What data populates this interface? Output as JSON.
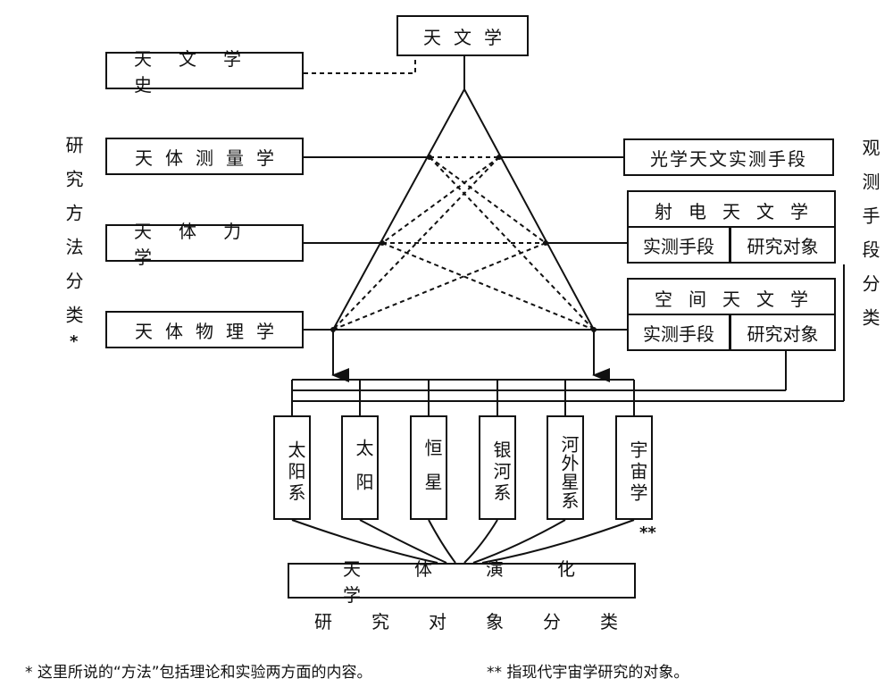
{
  "root": "天文学",
  "history": "天文学史",
  "methods": [
    "天体测量学",
    "天体力学",
    "天体物理学"
  ],
  "optical": "光学天文实测手段",
  "radio": {
    "title": "射电天文学",
    "left": "实测手段",
    "right": "研究对象"
  },
  "space": {
    "title": "空间天文学",
    "left": "实测手段",
    "right": "研究对象"
  },
  "objects": [
    "太阳系",
    "太阳",
    "恒星",
    "银河系",
    "河外星系",
    "宇宙学"
  ],
  "evolution": "天体演化学",
  "labels": {
    "left_axis": "研究方法分类",
    "left_star": "*",
    "right_axis": "观测手段分类",
    "bottom_axis": "研究对象分类",
    "cosmo_star": "**"
  },
  "footnotes": {
    "one": "*  这里所说的“方法”包括理论和实验两方面的内容。",
    "two": "**  指现代宇宙学研究的对象。"
  }
}
